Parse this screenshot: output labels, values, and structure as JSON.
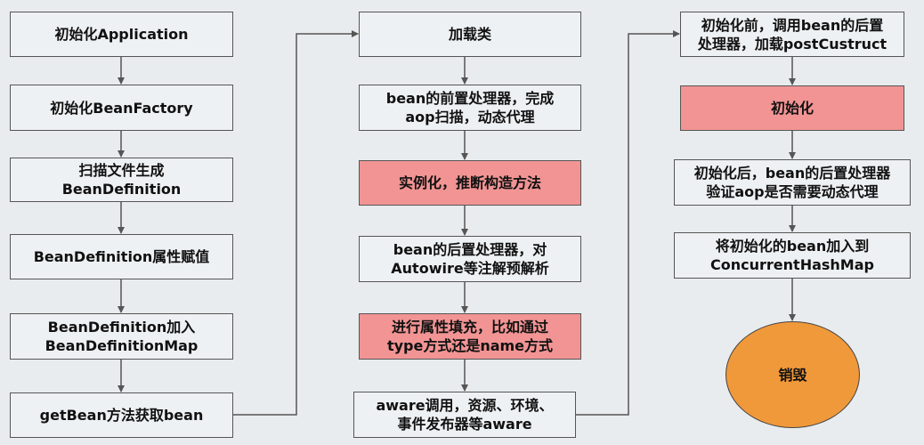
{
  "nodes": {
    "init_app": "初始化Application",
    "init_factory": "初始化BeanFactory",
    "scan_files": "扫描文件生成\nBeanDefinition",
    "bd_attr": "BeanDefinition属性赋值",
    "bd_map": "BeanDefinition加入\nBeanDefinitionMap",
    "get_bean": "getBean方法获取bean",
    "load_class": "加载类",
    "pre_processor": "bean的前置处理器，完成\naop扫描，动态代理",
    "instantiate": "实例化，推断构造方法",
    "post_processor_autowire": "bean的后置处理器，对\nAutowire等注解预解析",
    "populate": "进行属性填充，比如通过\ntype方式还是name方式",
    "aware": "aware调用，资源、环境、\n事件发布器等aware",
    "before_init": "初始化前，调用bean的后置\n处理器，加载postCustruct",
    "init": "初始化",
    "after_init": "初始化后，bean的后置处理器\n验证aop是否需要动态代理",
    "add_map": "将初始化的bean加入到\nConcurrentHashMap",
    "destroy": "销毁"
  },
  "colors": {
    "plain": "#eef1f3",
    "highlight": "#f29494",
    "terminal": "#f0993a",
    "edge": "#555555"
  }
}
